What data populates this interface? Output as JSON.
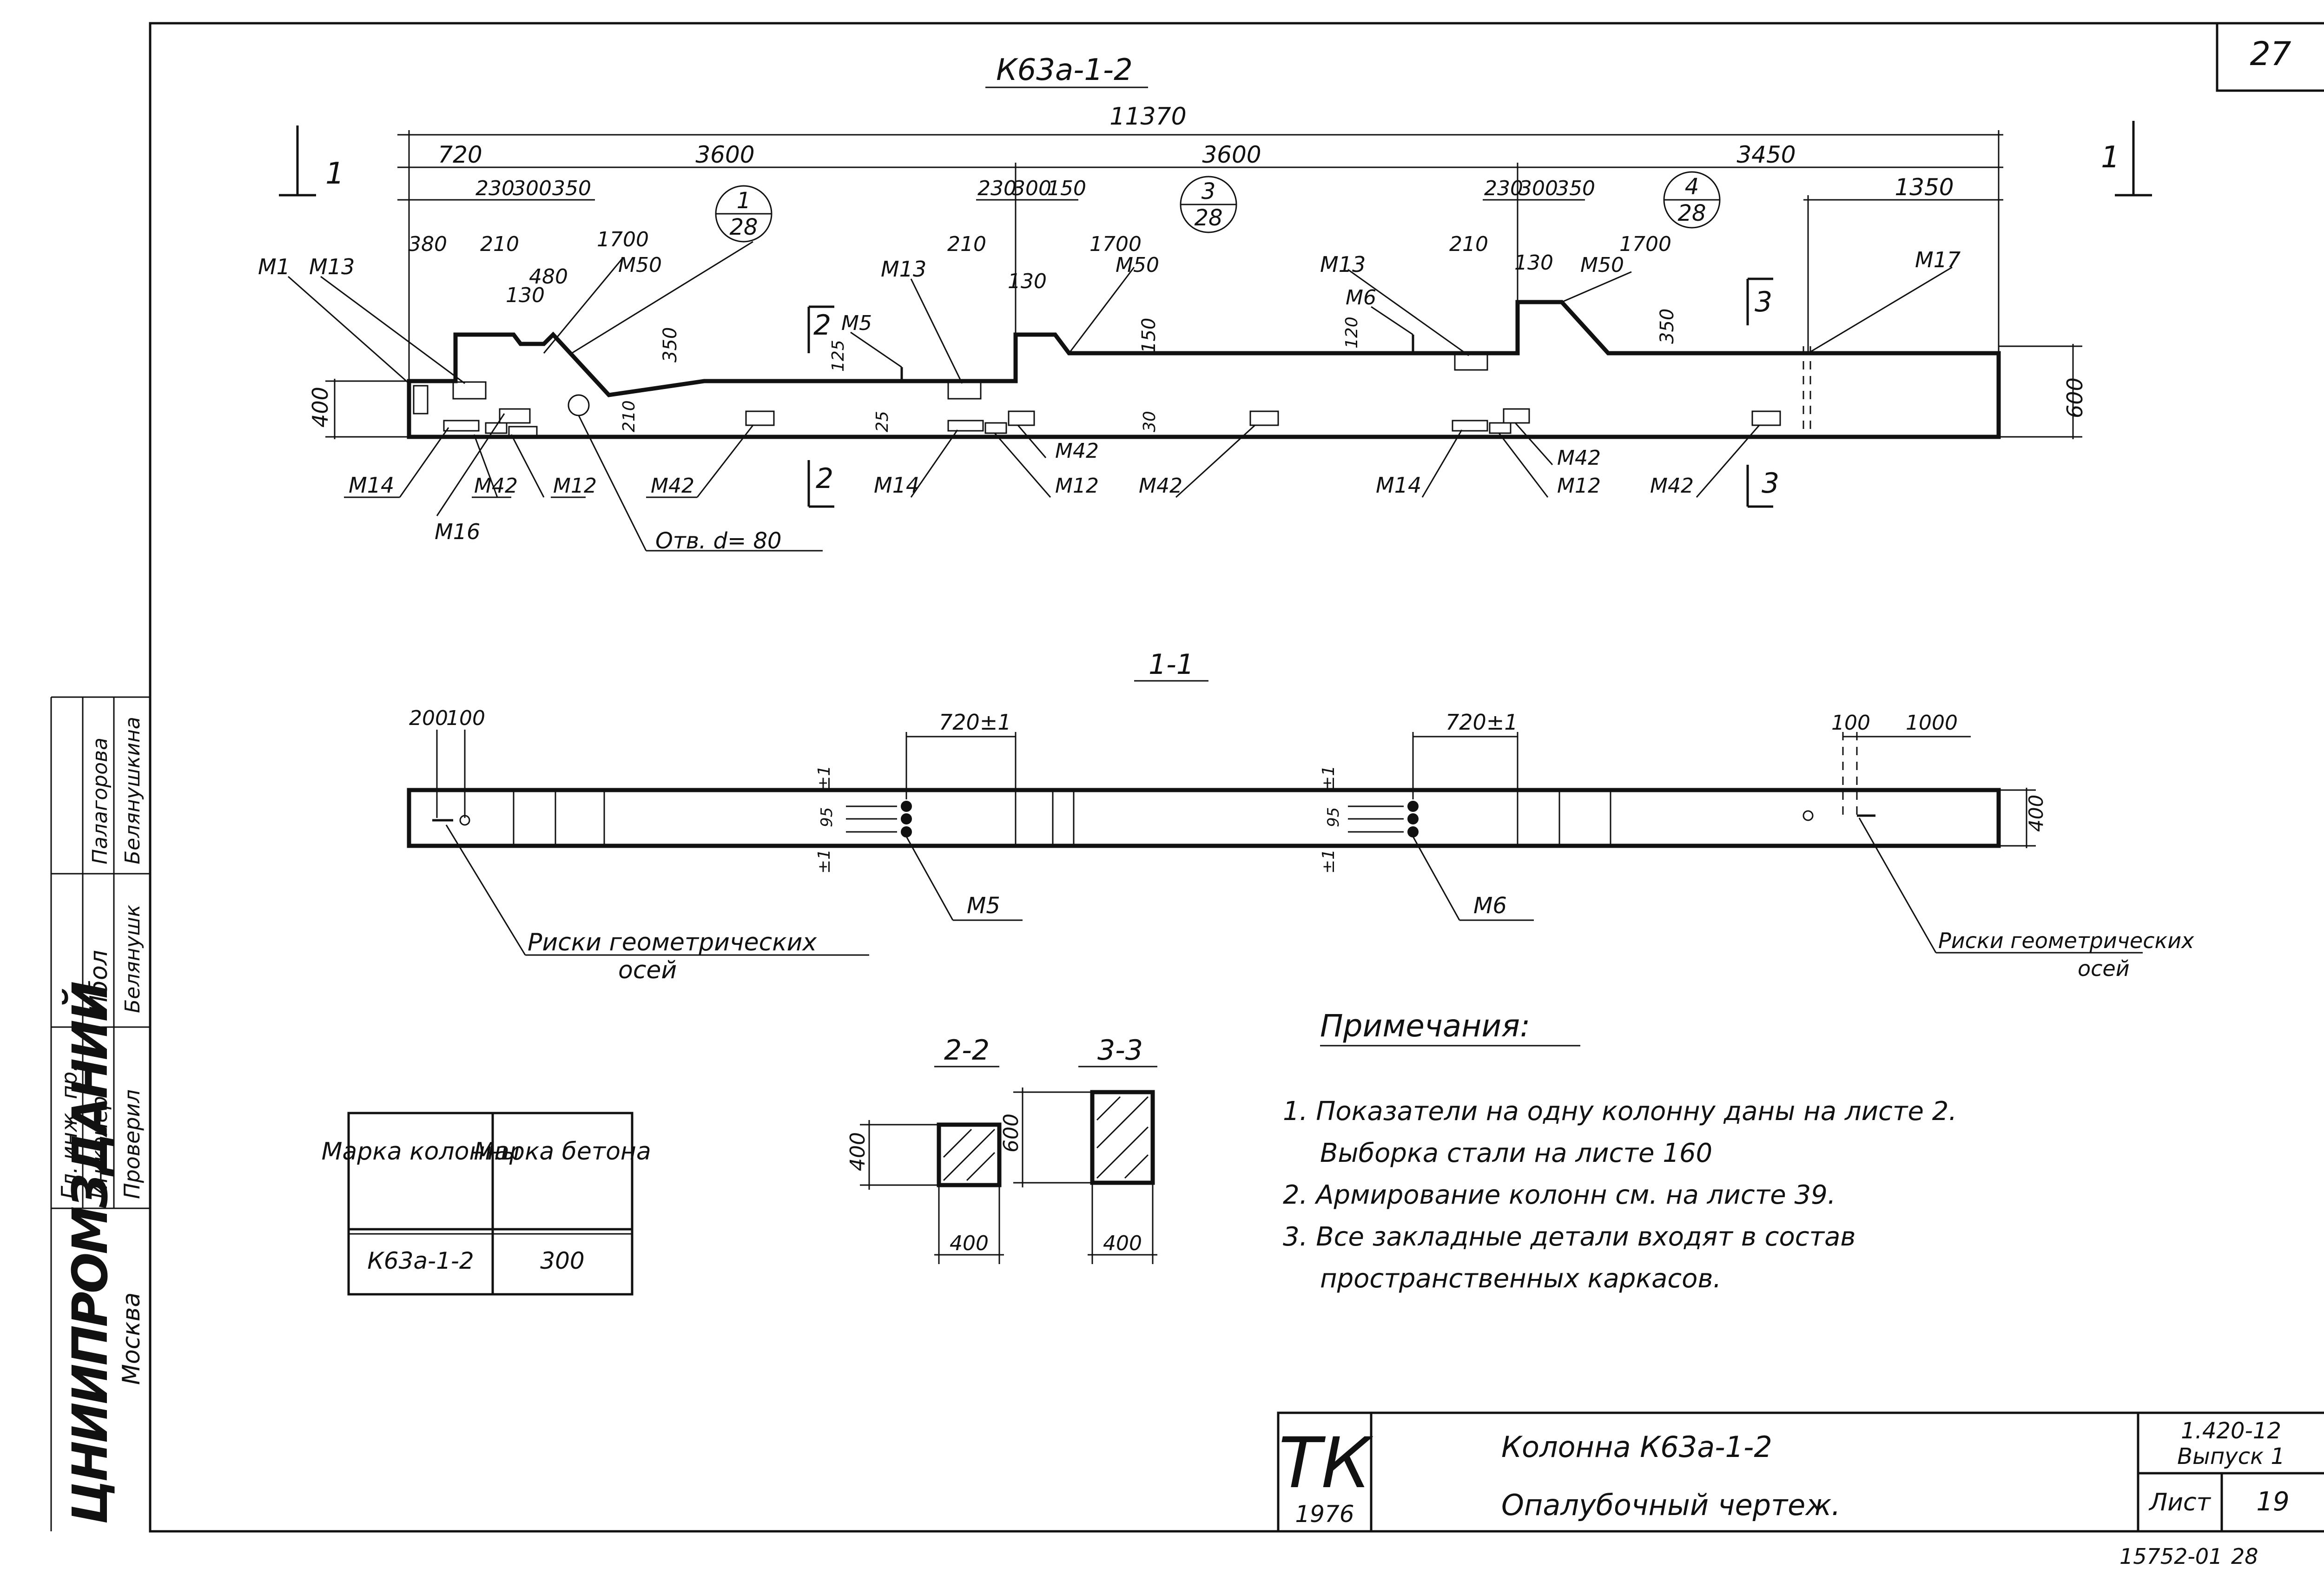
{
  "sheet_corner_number": "27",
  "main_view": {
    "title": "К63а-1-2",
    "overall_length": "11370",
    "dims_top": [
      "720",
      "3600",
      "3600",
      "3450",
      "1350"
    ],
    "dims_sub": [
      "230",
      "300",
      "350",
      "230",
      "300",
      "150",
      "230",
      "300",
      "350"
    ],
    "dims_misc": [
      "380",
      "210",
      "1700",
      "480",
      "130",
      "210",
      "130",
      "1700",
      "210",
      "130",
      "1700",
      "350",
      "150",
      "350",
      "125",
      "120",
      "25",
      "30",
      "210",
      "400",
      "600"
    ],
    "callouts": [
      {
        "num": "1",
        "sheet": "28"
      },
      {
        "num": "3",
        "sheet": "28"
      },
      {
        "num": "4",
        "sheet": "28"
      }
    ],
    "section_cut_labels": [
      "1",
      "1",
      "2",
      "2",
      "3",
      "3"
    ],
    "labels_top": [
      "М1",
      "М13",
      "М50",
      "М13",
      "М5",
      "М50",
      "М13",
      "М6",
      "М50",
      "М17"
    ],
    "labels_bottom": [
      "М14",
      "М42",
      "М12",
      "М42",
      "М16",
      "М14",
      "М42",
      "М12",
      "М42",
      "М14",
      "М42",
      "М12",
      "М42"
    ],
    "hole_note": "Отв. d= 80"
  },
  "section_1_1": {
    "title": "1-1",
    "dims": [
      "200",
      "100",
      "720±1",
      "720±1",
      "100",
      "1000",
      "95",
      "95",
      "±1",
      "±1",
      "±1",
      "±1",
      "400"
    ],
    "labels": [
      "М5",
      "М6"
    ],
    "note_left_1": "Риски геометрических",
    "note_left_2": "осей",
    "note_right_1": "Риски геометрических",
    "note_right_2": "осей"
  },
  "section_2_2": {
    "title": "2-2",
    "height": "400",
    "width": "400"
  },
  "section_3_3": {
    "title": "3-3",
    "height": "600",
    "width": "400"
  },
  "marks_table": {
    "headers": [
      "Марка колонны",
      "Марка бетона"
    ],
    "rows": [
      [
        "К63а-1-2",
        "300"
      ]
    ]
  },
  "notes": {
    "title": "Примечания:",
    "items": [
      "1. Показатели на одну колонну даны на листе 2.",
      "Выборка стали на листе 160",
      "2. Армирование колонн см. на листе 39.",
      "3. Все закладные детали входят в состав",
      "пространственных каркасов."
    ]
  },
  "left_strip": {
    "organization": "ЦНИИПРОМЗДАНИЙ",
    "city": "Москва",
    "roles": [
      "Гл. инж. пр.",
      "Инженер",
      "Проверил"
    ],
    "names": [
      "Палагорова",
      "Белянушкина"
    ],
    "signatures": [
      "Ибол",
      "Белянушк"
    ]
  },
  "title_block": {
    "logo_letters": "ТК",
    "logo_year": "1976",
    "name_line_1": "Колонна К63а-1-2",
    "name_line_2": "Опалубочный чертеж.",
    "series": "1.420-12",
    "issue": "Выпуск 1",
    "sheet_label": "Лист",
    "sheet_number": "19"
  },
  "footer": {
    "code": "15752-01",
    "page": "28"
  }
}
